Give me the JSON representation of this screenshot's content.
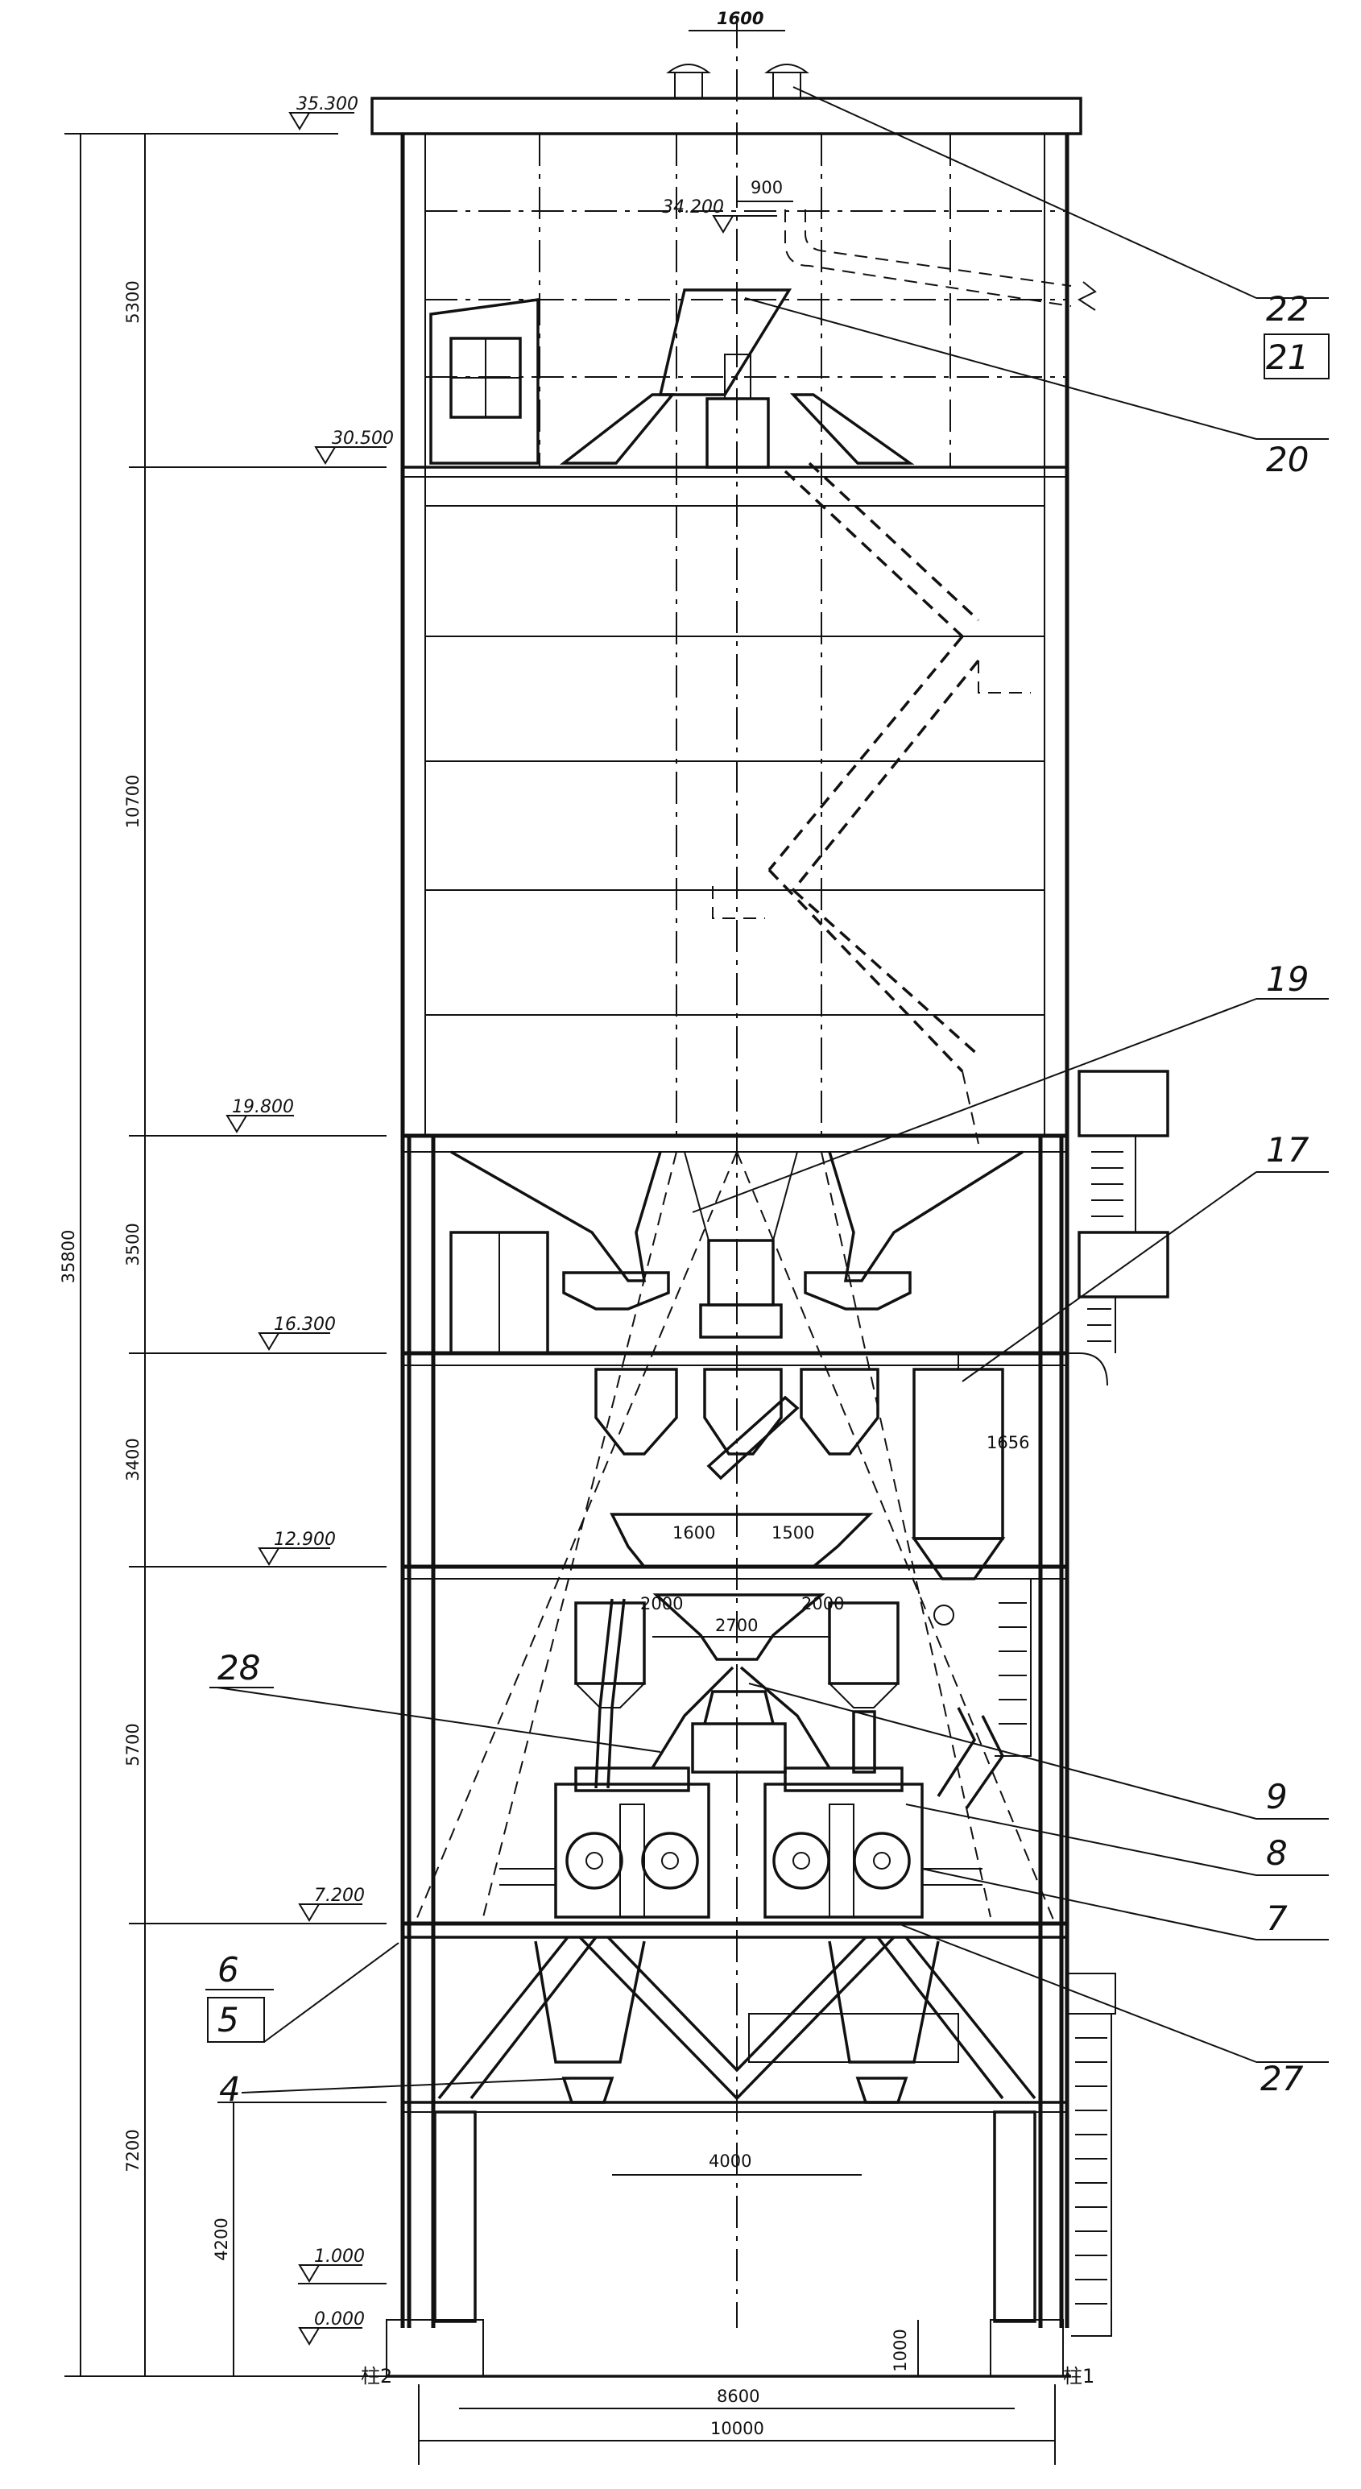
{
  "elevations": [
    "35.300",
    "34.200",
    "30.500",
    "19.800",
    "16.300",
    "12.900",
    "7.200",
    "1.000",
    "0.000"
  ],
  "dims": {
    "top": "1600",
    "d900": "900",
    "d1656": "1656",
    "d1600b": "1600",
    "d1500": "1500",
    "d2000a": "2000",
    "d2700": "2700",
    "d2000b": "2000",
    "d4000": "4000",
    "d1000": "1000",
    "d8600": "8600",
    "d10000": "10000"
  },
  "left_dims": [
    "5300",
    "10700",
    "3500",
    "3400",
    "5700",
    "7200",
    "4200"
  ],
  "total_height": "35800",
  "callouts": {
    "c22": "22",
    "c21": "21",
    "c20": "20",
    "c19": "19",
    "c17": "17",
    "c28": "28",
    "c9": "9",
    "c8": "8",
    "c7": "7",
    "c6": "6",
    "c5": "5",
    "c27": "27",
    "c4": "4"
  },
  "columns": {
    "left": "柱2",
    "right": "柱1"
  }
}
